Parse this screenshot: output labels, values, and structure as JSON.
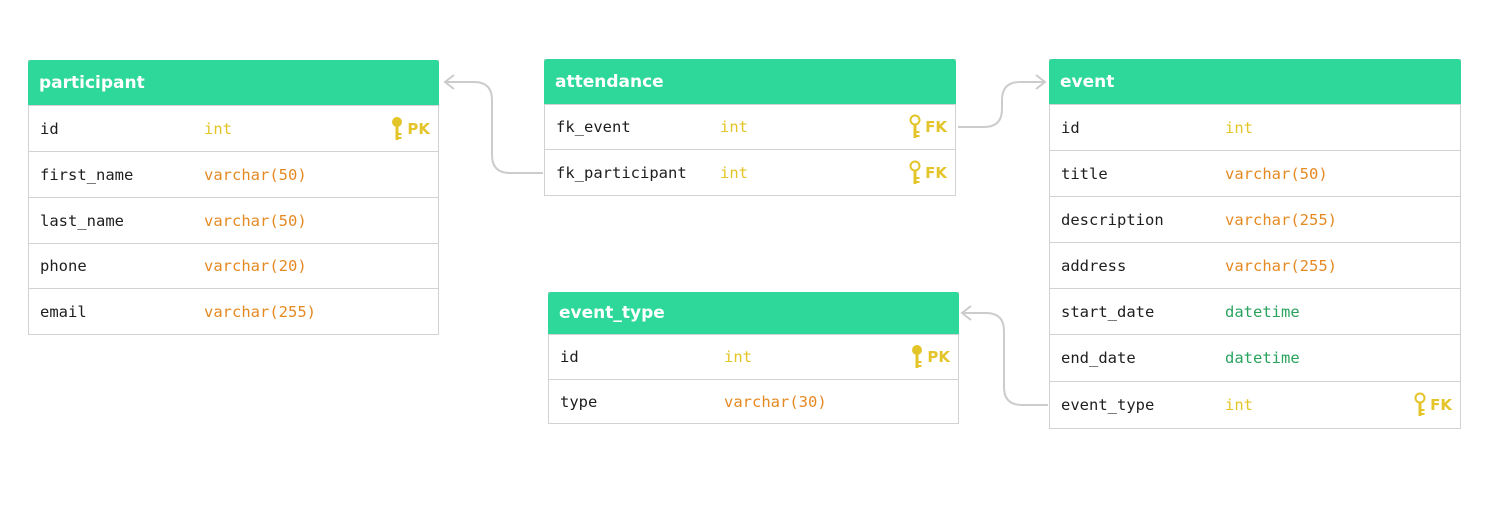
{
  "colors": {
    "header": "#2dd89a",
    "int": "#e3c52a",
    "varchar": "#e58a23",
    "datetime": "#2aa35e",
    "key": "#e3c52a",
    "line": "#cccccc"
  },
  "tables": {
    "participant": {
      "name": "participant",
      "columns": [
        {
          "name": "id",
          "type": "int",
          "key": "PK"
        },
        {
          "name": "first_name",
          "type": "varchar(50)"
        },
        {
          "name": "last_name",
          "type": "varchar(50)"
        },
        {
          "name": "phone",
          "type": "varchar(20)"
        },
        {
          "name": "email",
          "type": "varchar(255)"
        }
      ]
    },
    "attendance": {
      "name": "attendance",
      "columns": [
        {
          "name": "fk_event",
          "type": "int",
          "key": "FK"
        },
        {
          "name": "fk_participant",
          "type": "int",
          "key": "FK"
        }
      ]
    },
    "event": {
      "name": "event",
      "columns": [
        {
          "name": "id",
          "type": "int"
        },
        {
          "name": "title",
          "type": "varchar(50)"
        },
        {
          "name": "description",
          "type": "varchar(255)"
        },
        {
          "name": "address",
          "type": "varchar(255)"
        },
        {
          "name": "start_date",
          "type": "datetime"
        },
        {
          "name": "end_date",
          "type": "datetime"
        },
        {
          "name": "event_type",
          "type": "int",
          "key": "FK"
        }
      ]
    },
    "event_type": {
      "name": "event_type",
      "columns": [
        {
          "name": "id",
          "type": "int",
          "key": "PK"
        },
        {
          "name": "type",
          "type": "varchar(30)"
        }
      ]
    }
  },
  "relations": [
    {
      "from": "attendance.fk_participant",
      "to": "participant"
    },
    {
      "from": "attendance.fk_event",
      "to": "event"
    },
    {
      "from": "event.event_type",
      "to": "event_type"
    }
  ]
}
